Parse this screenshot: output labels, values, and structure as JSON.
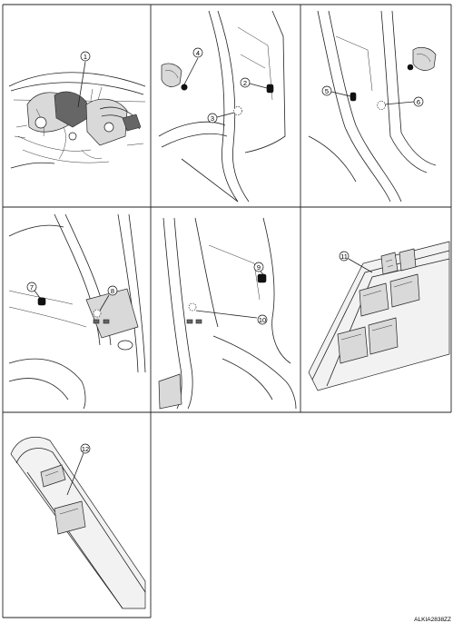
{
  "figure": {
    "code": "ALKIA2838ZZ",
    "callouts": [
      "1",
      "2",
      "3",
      "4",
      "5",
      "6",
      "7",
      "8",
      "9",
      "10",
      "11",
      "12"
    ]
  }
}
